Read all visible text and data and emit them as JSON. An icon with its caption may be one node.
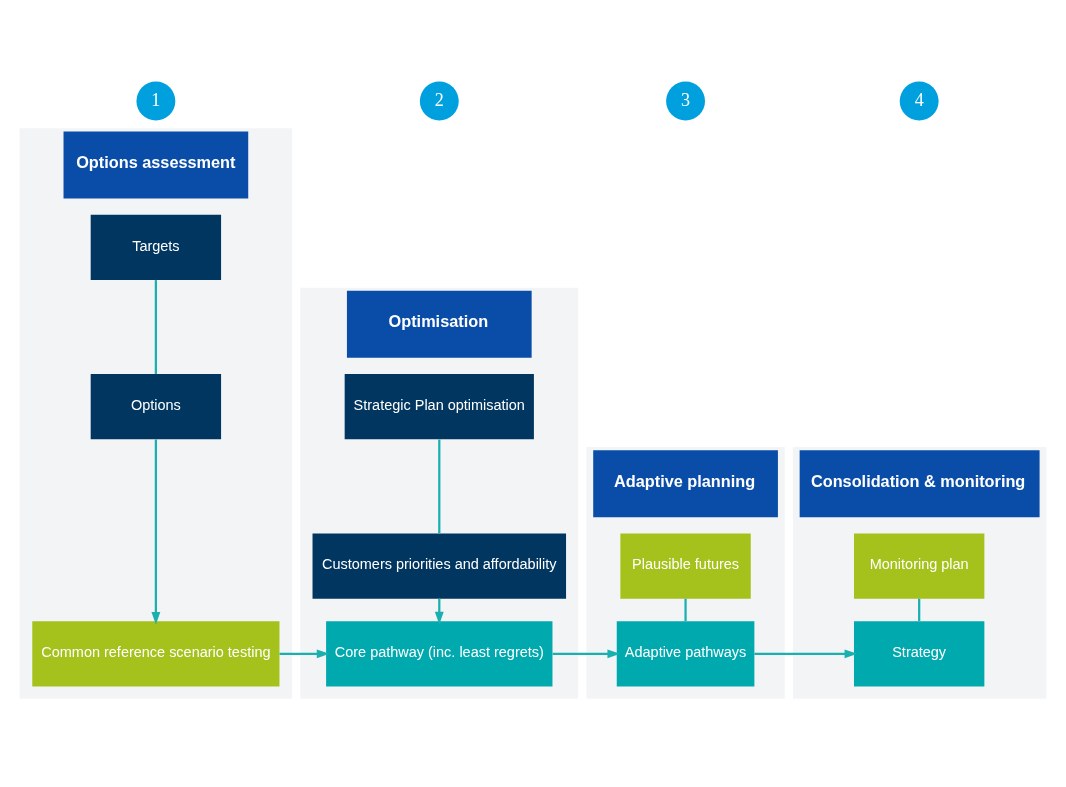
{
  "diagram": {
    "nodes": [
      {
        "text": [
          "1"
        ]
      },
      {
        "text": [
          "Options assessment"
        ]
      },
      {
        "text": [
          "Targets"
        ],
        "in": 1
      },
      {
        "text": [
          "Options"
        ],
        "in": 1
      },
      {
        "text": [
          "Common reference scenario testing"
        ],
        "in": 1
      },
      {
        "text": [
          "2"
        ]
      },
      {
        "text": [
          "Optimisation"
        ]
      },
      {
        "text": [
          "Strategic Plan optimisation"
        ],
        "in": 6
      },
      {
        "text": [
          "Customers priorities and affordability"
        ],
        "in": 6
      },
      {
        "text": [
          "Core pathway (inc. least regrets)"
        ],
        "in": 6
      },
      {
        "text": [
          "3"
        ]
      },
      {
        "text": [
          "Adaptive planning"
        ]
      },
      {
        "text": [
          "Plausible futures"
        ],
        "in": 11
      },
      {
        "text": [
          "Adaptive pathways"
        ],
        "in": 11
      },
      {
        "text": [
          "4"
        ]
      },
      {
        "text": [
          "Consolidation & monitoring"
        ]
      },
      {
        "text": [
          "Monitoring plan"
        ],
        "in": 15
      },
      {
        "text": [
          "Strategy"
        ],
        "in": 15
      }
    ],
    "edges": [
      {
        "from": 2,
        "to": 3,
        "arrow": "none"
      },
      {
        "from": 3,
        "to": 4,
        "arrow": "to"
      },
      {
        "from": 7,
        "to": 8,
        "arrow": "none"
      },
      {
        "from": 8,
        "to": 9,
        "arrow": "to"
      },
      {
        "from": 4,
        "to": 9,
        "arrow": "to"
      },
      {
        "from": 9,
        "to": 13,
        "arrow": "to"
      },
      {
        "from": 12,
        "to": 13,
        "arrow": "none"
      },
      {
        "from": 13,
        "to": 17,
        "arrow": "to"
      },
      {
        "from": 16,
        "to": 17,
        "arrow": "none"
      }
    ]
  }
}
